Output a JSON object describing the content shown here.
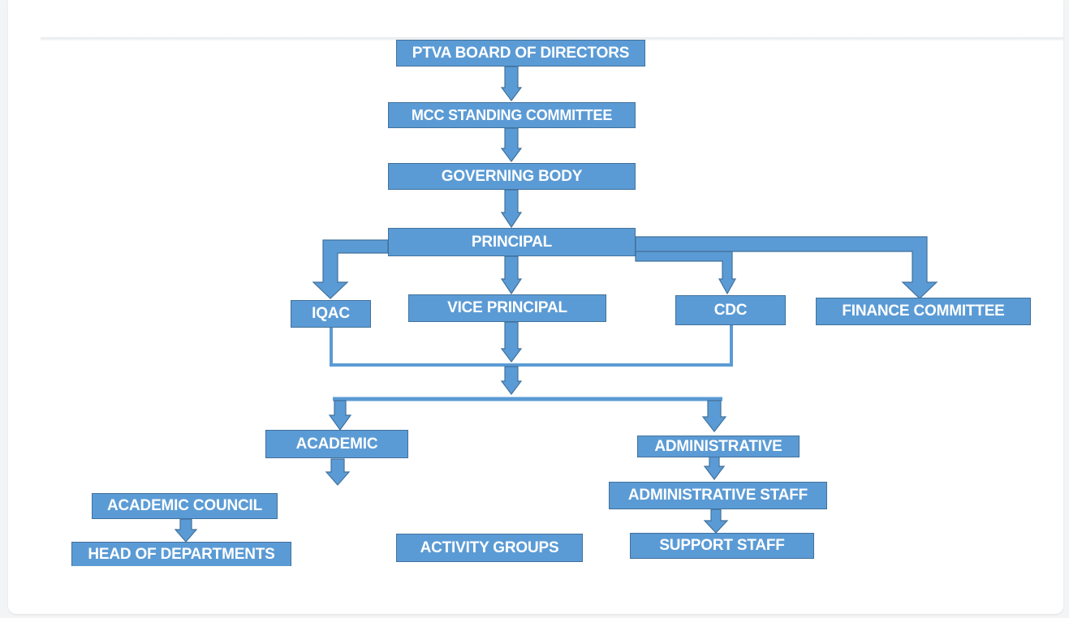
{
  "diagram": {
    "colors": {
      "box_fill": "#5b9bd5",
      "box_border": "#41719c",
      "text": "#ffffff"
    },
    "nodes": {
      "board": "PTVA BOARD OF DIRECTORS",
      "mcc": "MCC STANDING COMMITTEE",
      "governing": "GOVERNING BODY",
      "principal": "PRINCIPAL",
      "iqac": "IQAC",
      "vice_principal": "VICE PRINCIPAL",
      "cdc": "CDC",
      "finance": "FINANCE COMMITTEE",
      "academic": "ACADEMIC",
      "administrative": "ADMINISTRATIVE",
      "academic_council": "ACADEMIC COUNCIL",
      "head_departments": "HEAD OF DEPARTMENTS",
      "activity_groups": "ACTIVITY GROUPS",
      "admin_staff": "ADMINISTRATIVE STAFF",
      "support_staff": "SUPPORT STAFF"
    }
  }
}
